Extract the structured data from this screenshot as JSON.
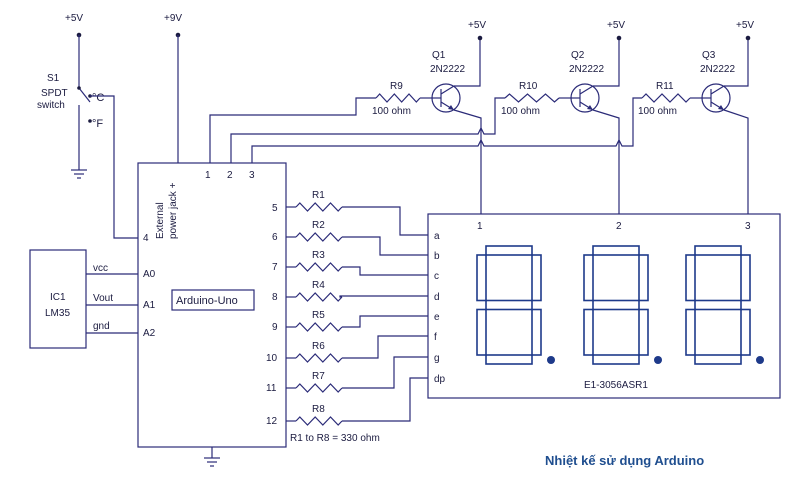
{
  "caption": "Nhiệt kế sử dụng Arduino",
  "supply": {
    "v5": "+5V",
    "v9": "+9V"
  },
  "switch": {
    "name": "S1",
    "type": "SPDT",
    "word": "switch",
    "pos_c": "°C",
    "pos_f": "°F"
  },
  "ic": {
    "name": "IC1",
    "part": "LM35",
    "pins": [
      "vcc",
      "Vout",
      "gnd"
    ]
  },
  "arduino": {
    "name": "Arduino-Uno",
    "jack_line1": "External",
    "jack_line2": "power jack +",
    "top_pins": [
      "1",
      "2",
      "3"
    ],
    "left_pins": [
      "4",
      "A0",
      "A1",
      "A2"
    ],
    "right_pins": [
      "5",
      "6",
      "7",
      "8",
      "9",
      "10",
      "11",
      "12"
    ]
  },
  "transistors": [
    {
      "name": "Q1",
      "part": "2N2222"
    },
    {
      "name": "Q2",
      "part": "2N2222"
    },
    {
      "name": "Q3",
      "part": "2N2222"
    }
  ],
  "base_resistors": [
    {
      "name": "R9",
      "value": "100 ohm"
    },
    {
      "name": "R10",
      "value": "100 ohm"
    },
    {
      "name": "R11",
      "value": "100 ohm"
    }
  ],
  "segment_resistors": [
    "R1",
    "R2",
    "R3",
    "R4",
    "R5",
    "R6",
    "R7",
    "R8"
  ],
  "resistor_note": "R1 to R8 = 330 ohm",
  "display": {
    "name": "E1-3056ASR1",
    "digit_pins": [
      "1",
      "2",
      "3"
    ],
    "segment_pins": [
      "a",
      "b",
      "c",
      "d",
      "e",
      "f",
      "g",
      "dp"
    ]
  }
}
